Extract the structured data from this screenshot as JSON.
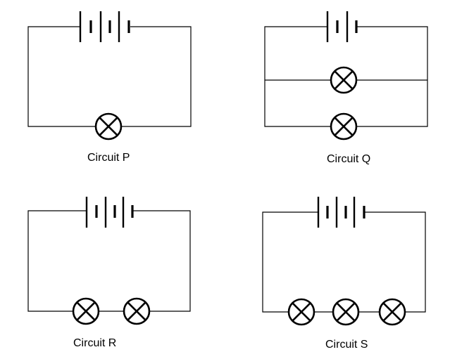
{
  "circuits": [
    {
      "id": "P",
      "label": "Circuit P",
      "cells": 3,
      "series_lamps": 1,
      "parallel_lamps": 0
    },
    {
      "id": "Q",
      "label": "Circuit Q",
      "cells": 2,
      "series_lamps": 0,
      "parallel_lamps": 2
    },
    {
      "id": "R",
      "label": "Circuit R",
      "cells": 3,
      "series_lamps": 2,
      "parallel_lamps": 0
    },
    {
      "id": "S",
      "label": "Circuit S",
      "cells": 3,
      "series_lamps": 3,
      "parallel_lamps": 0
    }
  ]
}
